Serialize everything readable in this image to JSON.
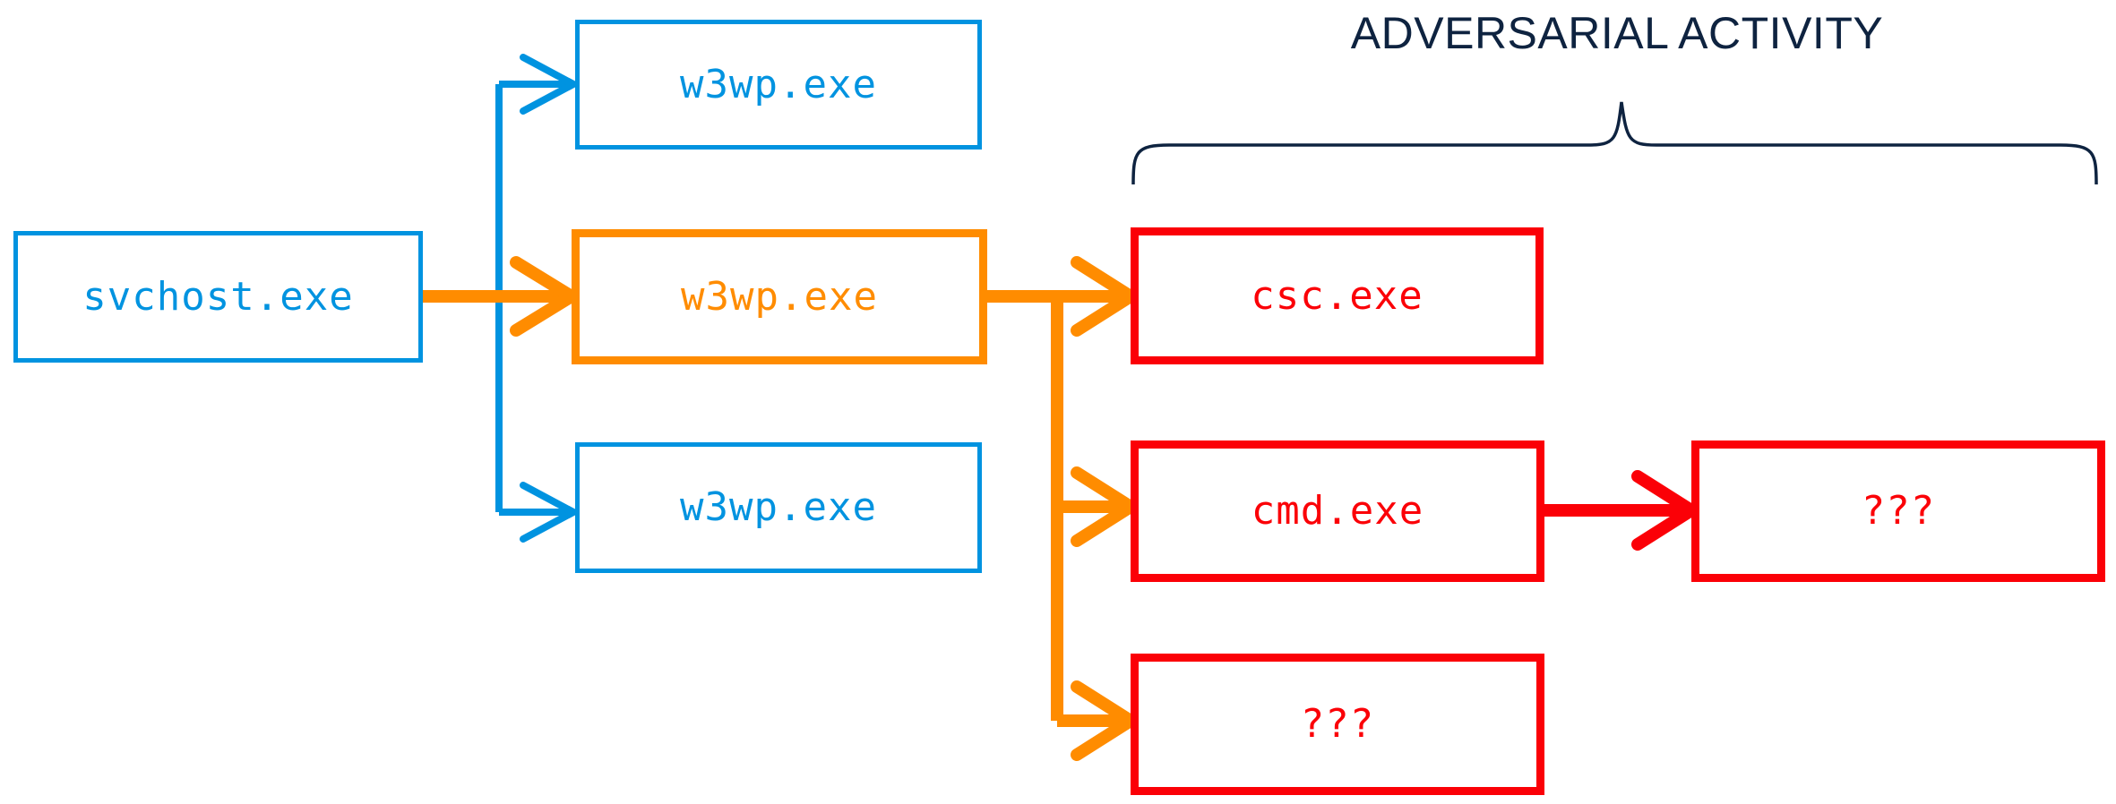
{
  "diagram": {
    "title": "ADVERSARIAL ACTIVITY",
    "colors": {
      "blue": "#0093E0",
      "orange": "#FF8C00",
      "red": "#FB0007",
      "navy": "#0E2340",
      "background": "#FFFFFF"
    },
    "nodes": [
      {
        "id": "svchost",
        "label": "svchost.exe",
        "color": "blue",
        "role": "root-process"
      },
      {
        "id": "w3wp_top",
        "label": "w3wp.exe",
        "color": "blue",
        "role": "child-process"
      },
      {
        "id": "w3wp_mid",
        "label": "w3wp.exe",
        "color": "orange",
        "role": "compromised-process"
      },
      {
        "id": "w3wp_bot",
        "label": "w3wp.exe",
        "color": "blue",
        "role": "child-process"
      },
      {
        "id": "csc",
        "label": "csc.exe",
        "color": "red",
        "role": "adversarial-process"
      },
      {
        "id": "cmd",
        "label": "cmd.exe",
        "color": "red",
        "role": "adversarial-process"
      },
      {
        "id": "unknown_r",
        "label": "???",
        "color": "red",
        "role": "unknown-process"
      },
      {
        "id": "unknown_b",
        "label": "???",
        "color": "red",
        "role": "unknown-process"
      }
    ],
    "edges": [
      {
        "from": "svchost",
        "to": "w3wp_top",
        "color": "blue"
      },
      {
        "from": "svchost",
        "to": "w3wp_mid",
        "color": "orange"
      },
      {
        "from": "svchost",
        "to": "w3wp_bot",
        "color": "blue"
      },
      {
        "from": "w3wp_mid",
        "to": "csc",
        "color": "orange"
      },
      {
        "from": "w3wp_mid",
        "to": "cmd",
        "color": "orange"
      },
      {
        "from": "w3wp_mid",
        "to": "unknown_b",
        "color": "orange"
      },
      {
        "from": "cmd",
        "to": "unknown_r",
        "color": "red"
      }
    ],
    "group_bracket": {
      "label": "ADVERSARIAL ACTIVITY",
      "covers": [
        "csc",
        "cmd",
        "unknown_r",
        "unknown_b"
      ]
    }
  }
}
